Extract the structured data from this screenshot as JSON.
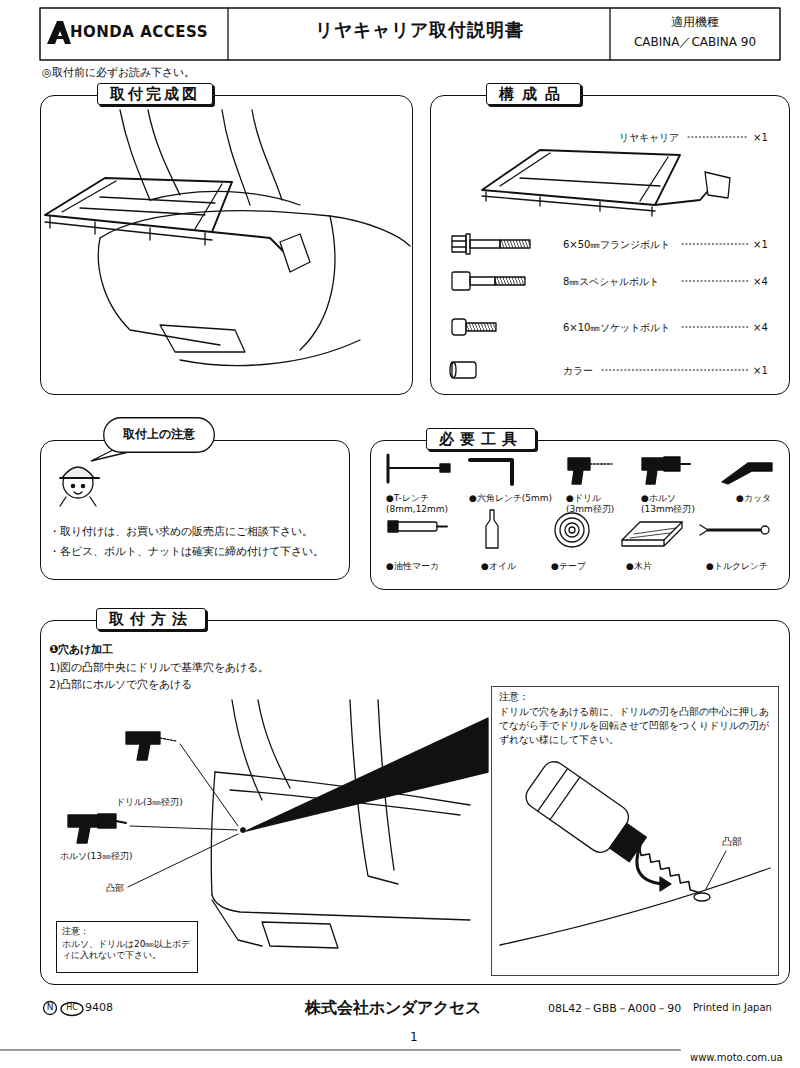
{
  "diagram": {
    "title": "リヤキャリア取付説明書",
    "nodes": [
      {
        "text": [
          "HONDA ACCESS"
        ]
      },
      {
        "text": [
          "適用機種",
          "CABINA／CABINA 90"
        ]
      },
      {
        "text": [
          "取付完成図"
        ]
      },
      {
        "text": [
          "構成品",
          "リヤキャリア",
          "×1",
          "6×50㎜フランジボルト",
          "×1",
          "8㎜スペシャルボルト",
          "×4",
          "6×10㎜ソケットボルト",
          "×4",
          "カラー",
          "×1"
        ]
      },
      {
        "text": [
          "・取り付けは、お買い求めの販売店にご相談下さい。",
          "・各ビス、ボルト、ナットは確実に締め付けて下さい。"
        ]
      },
      {
        "text": [
          "取付上の注意"
        ],
        "in": 4
      },
      {
        "text": [
          "必要工具",
          "●T-レンチ (8mm,12mm)",
          "●六角レンチ(5mm)",
          "●ドリル (3mm径刃)",
          "●ホルソ (13mm径刃)",
          "●カッタ",
          "●油性マーカ",
          "●オイル",
          "●テープ",
          "●木片",
          "●トルクレンチ"
        ]
      },
      {
        "text": [
          "取付方法",
          "❶穴あけ加工",
          "1)図の凸部中央にドリルで基準穴をあける。",
          "2)凸部にホルソで穴をあける"
        ]
      },
      {
        "text": [
          "注意：",
          "ドリルで穴をあける前に、ドリルの刃を凸部の中心に押しあてながら手でドリルを回転させて凹部をつくりドリルの刃がずれない様にして下さい。"
        ],
        "in": 7
      },
      {
        "text": [
          "注意：",
          "ホルソ、ドリルは20㎜以上ボディに入れないで下さい。"
        ],
        "in": 7
      }
    ],
    "labels": [
      "◎取付前に必ずお読み下さい。",
      "ドリル(3㎜径刃)",
      "ホルソ(13㎜径刃)",
      "凸部",
      "凸部",
      "N",
      "HC",
      "9408",
      "株式会社ホンダアクセス",
      "08L42－GBB－A000－90",
      "Printed in Japan",
      "1",
      "www.moto.com.ua"
    ]
  }
}
